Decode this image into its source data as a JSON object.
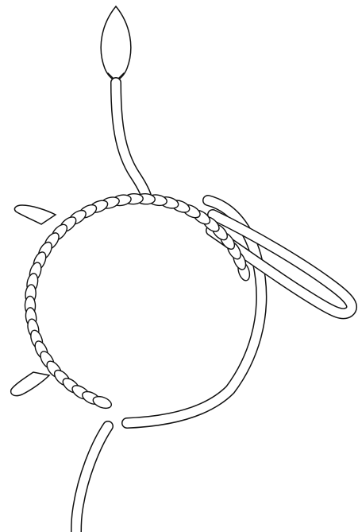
{
  "figure": {
    "subject": "tatting-ring-with-picots",
    "stitch_count": 38,
    "picot_count": 2,
    "colors": {
      "ink": "#111111",
      "paper": "#ffffff"
    }
  }
}
